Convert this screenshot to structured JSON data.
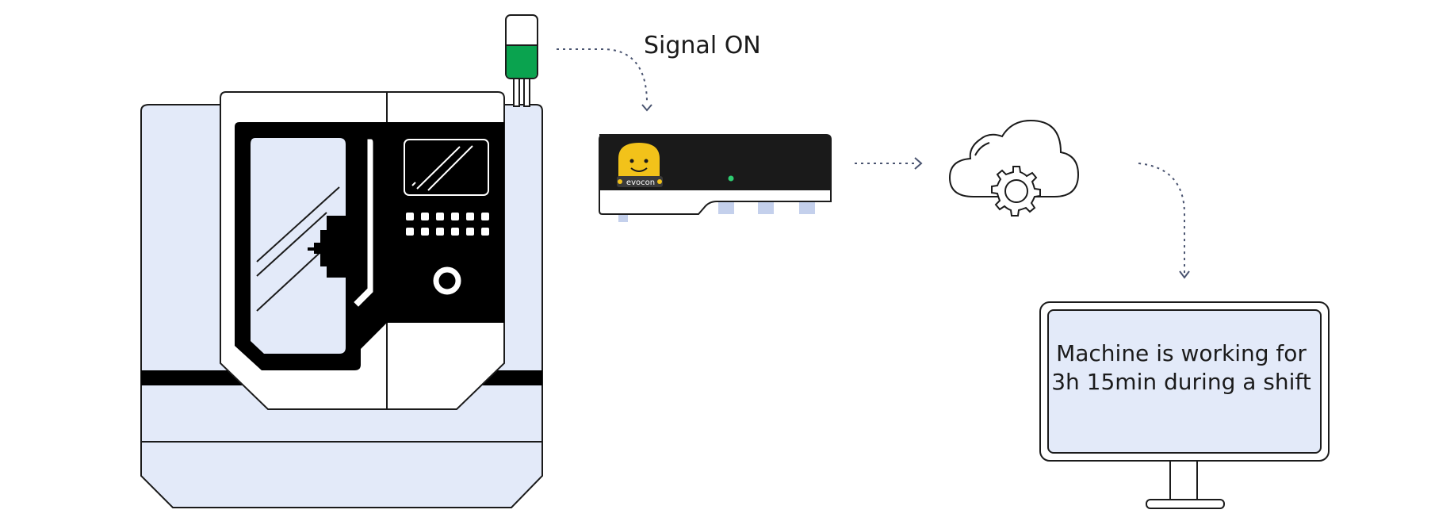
{
  "signal": {
    "label": "Signal ON"
  },
  "monitor": {
    "message": "Machine is working for 3h 15min during a shift"
  },
  "device": {
    "brand": "evocon"
  },
  "colors": {
    "machine_fill": "#e3eaf9",
    "outline": "#1b1b1b",
    "signal_green": "#0aa34f",
    "device_body": "#1a1a1a",
    "mascot_yellow": "#f2c21a",
    "led_green": "#2ecc71",
    "arrow": "#4a5470",
    "port_blue": "#c4d0ec"
  },
  "icons": [
    "stack-light-icon",
    "cloud-gear-icon",
    "gear-icon",
    "monitor-icon",
    "mascot-icon"
  ]
}
